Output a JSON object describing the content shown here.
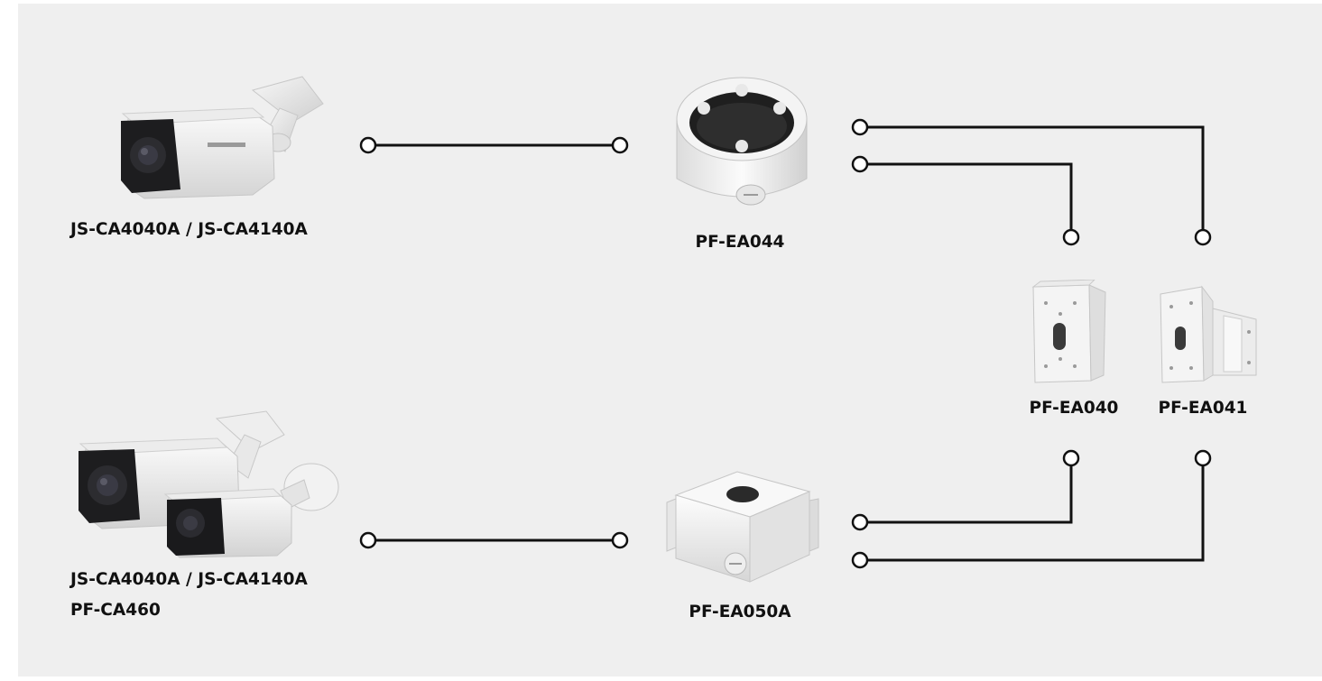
{
  "colors": {
    "background": "#efefef",
    "line": "#111111",
    "node_fill": "#ffffff",
    "text": "#111111"
  },
  "products": {
    "camera_top": {
      "label": "JS-CA4040A / JS-CA4140A"
    },
    "camera_bottom": {
      "label_line1": "JS-CA4040A / JS-CA4140A",
      "label_line2": "PF-CA460"
    },
    "junction_round": {
      "label": "PF-EA044"
    },
    "junction_square": {
      "label": "PF-EA050A"
    },
    "mount_pole": {
      "label": "PF-EA040"
    },
    "mount_corner": {
      "label": "PF-EA041"
    }
  },
  "connections": [
    {
      "from": "camera_top",
      "to": "junction_round"
    },
    {
      "from": "camera_bottom",
      "to": "junction_square"
    },
    {
      "from": "junction_round",
      "to": "mount_corner"
    },
    {
      "from": "junction_round",
      "to": "mount_pole"
    },
    {
      "from": "junction_square",
      "to": "mount_pole"
    },
    {
      "from": "junction_square",
      "to": "mount_corner"
    }
  ]
}
